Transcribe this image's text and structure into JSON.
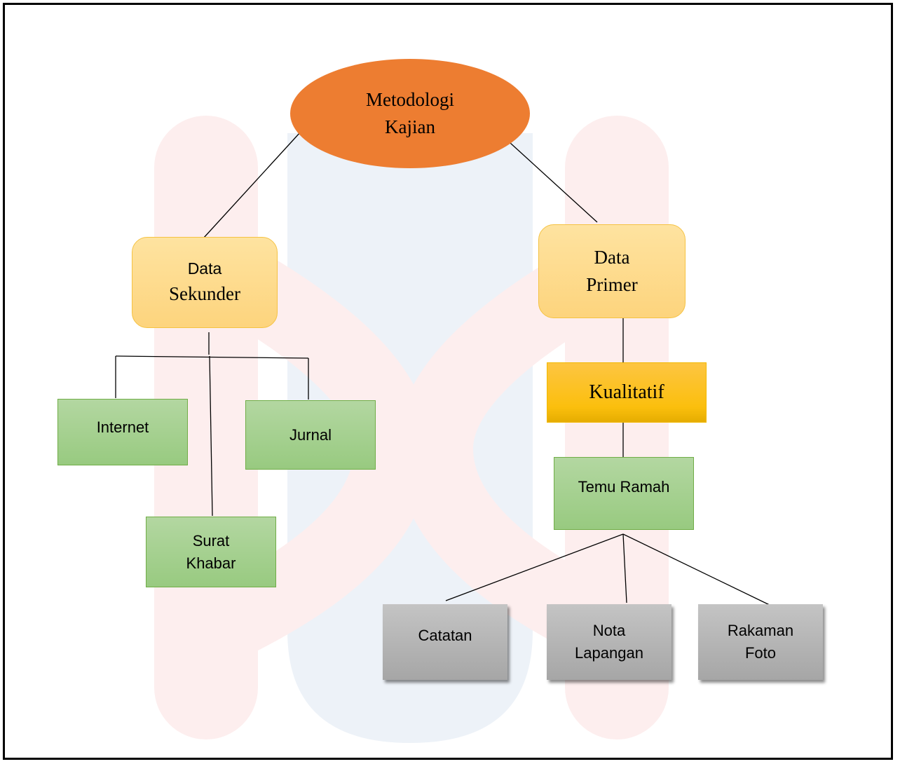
{
  "diagram": {
    "root": {
      "line1": "Metodologi",
      "line2": "Kajian"
    },
    "data_sekunder": {
      "line1": "Data",
      "line2": "Sekunder"
    },
    "data_primer": {
      "line1": "Data",
      "line2": "Primer"
    },
    "kualitatif": "Kualitatif",
    "internet": "Internet",
    "jurnal": "Jurnal",
    "surat_khabar": {
      "line1": "Surat",
      "line2": "Khabar"
    },
    "temu_ramah": "Temu Ramah",
    "catatan": "Catatan",
    "nota_lapangan": {
      "line1": "Nota",
      "line2": "Lapangan"
    },
    "rakaman_foto": {
      "line1": "Rakaman",
      "line2": "Foto"
    }
  },
  "colors": {
    "root_fill": "#ed7d31",
    "secondary_fill": "#fdd47d",
    "kualitatif_fill": "#fbbf0d",
    "leaf_green": "#a9d18e",
    "leaf_grey": "#a6a6a6",
    "watermark_red": "#fdecec",
    "watermark_blue": "#eaf0f8"
  }
}
